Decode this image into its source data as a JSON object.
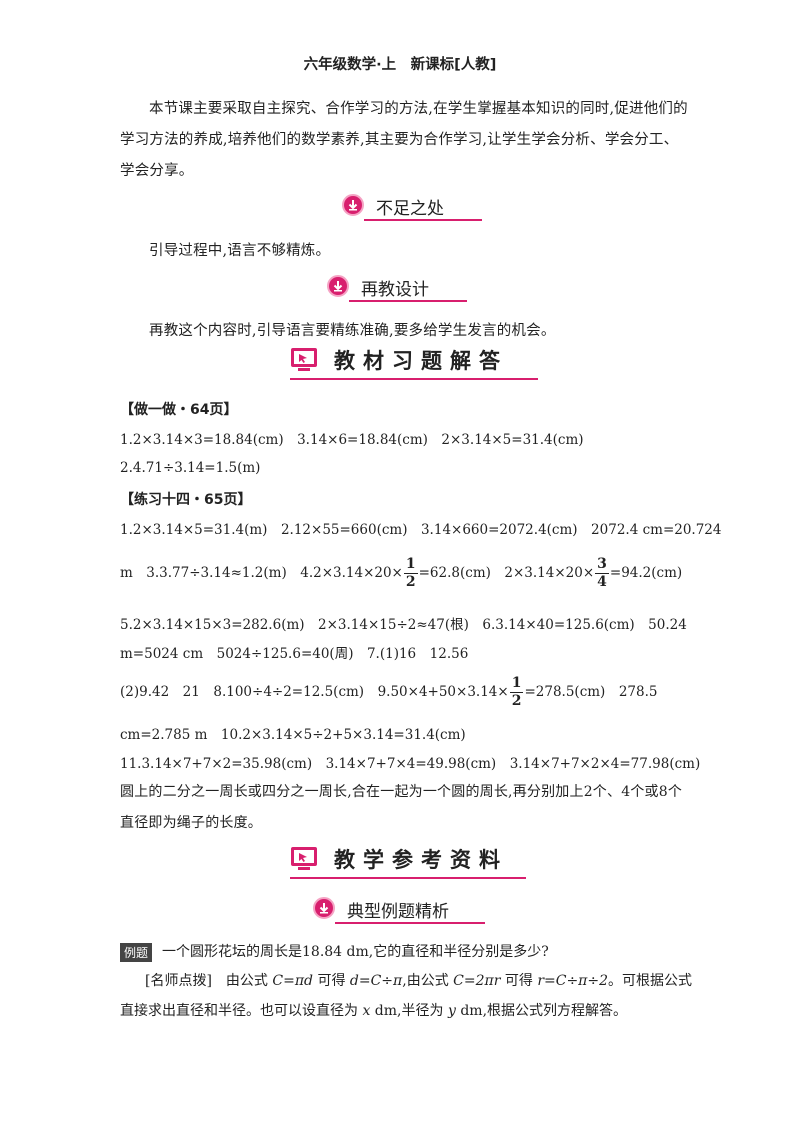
{
  "header": "六年级数学·上　新课标[人教]",
  "intro": "本节课主要采取自主探究、合作学习的方法,在学生掌握基本知识的同时,促进他们的学习方法的养成,培养他们的数学素养,其主要为合作学习,让学生学会分析、学会分工、学会分享。",
  "sections": {
    "shortcoming": {
      "title": "不足之处",
      "text": "引导过程中,语言不够精炼。"
    },
    "redesign": {
      "title": "再教设计",
      "text": "再教这个内容时,引导语言要精练准确,要多给学生发言的机会。"
    },
    "answers_title": "教材习题解答",
    "reference_title": "教学参考资料",
    "examples_title": "典型例题精析"
  },
  "answers": {
    "bracket1": "【做一做・64页】",
    "l1": "1.2×3.14×3=18.84(cm)　3.14×6=18.84(cm)　2×3.14×5=31.4(cm)",
    "l2": "2.4.71÷3.14=1.5(m)",
    "bracket2": "【练习十四・65页】",
    "l3": "1.2×3.14×5=31.4(m)　2.12×55=660(cm)　3.14×660=2072.4(cm)　2072.4 cm=20.724",
    "l4a": "m　3.3.77÷3.14≈1.2(m)　4.2×3.14×20×",
    "frac1": {
      "num": "1",
      "den": "2"
    },
    "l4b": "=62.8(cm)　2×3.14×20×",
    "frac2": {
      "num": "3",
      "den": "4"
    },
    "l4c": "=94.2(cm)",
    "l5": "5.2×3.14×15×3=282.6(m)　2×3.14×15÷2≈47(根)　6.3.14×40=125.6(cm)　50.24",
    "l6": "m=5024 cm　5024÷125.6=40(周)　7.(1)16　12.56",
    "l7a": "(2)9.42　21　8.100÷4÷2=12.5(cm)　9.50×4+50×3.14×",
    "frac3": {
      "num": "1",
      "den": "2"
    },
    "l7b": "=278.5(cm)　278.5",
    "l8": "cm=2.785 m　10.2×3.14×5÷2+5×3.14=31.4(cm)",
    "l9": "11.3.14×7+7×2=35.98(cm)　3.14×7+7×4=49.98(cm)　3.14×7+7×2×4=77.98(cm)",
    "l10": "圆上的二分之一周长或四分之一周长,合在一起为一个圆的周长,再分别加上2个、4个或8个直径即为绳子的长度。"
  },
  "example": {
    "tag": "例题",
    "question": "一个圆形花坛的周长是18.84 dm,它的直径和半径分别是多少?",
    "tip_label": "[名师点拨]",
    "tip_a": "　由公式 ",
    "tip_f1": "C=πd",
    "tip_b": " 可得 ",
    "tip_f2": "d=C÷π",
    "tip_c": ",由公式 ",
    "tip_f3": "C=2πr",
    "tip_d": " 可得 ",
    "tip_f4": "r=C÷π÷2",
    "tip_e": "。可根据公式",
    "tip_line2a": "直接求出直径和半径。也可以设直径为 ",
    "tip_x": "x",
    "tip_line2b": " dm,半径为 ",
    "tip_y": "y",
    "tip_line2c": " dm,根据公式列方程解答。"
  },
  "colors": {
    "accent": "#d81f6e",
    "accent_light": "#f5a3c4"
  }
}
